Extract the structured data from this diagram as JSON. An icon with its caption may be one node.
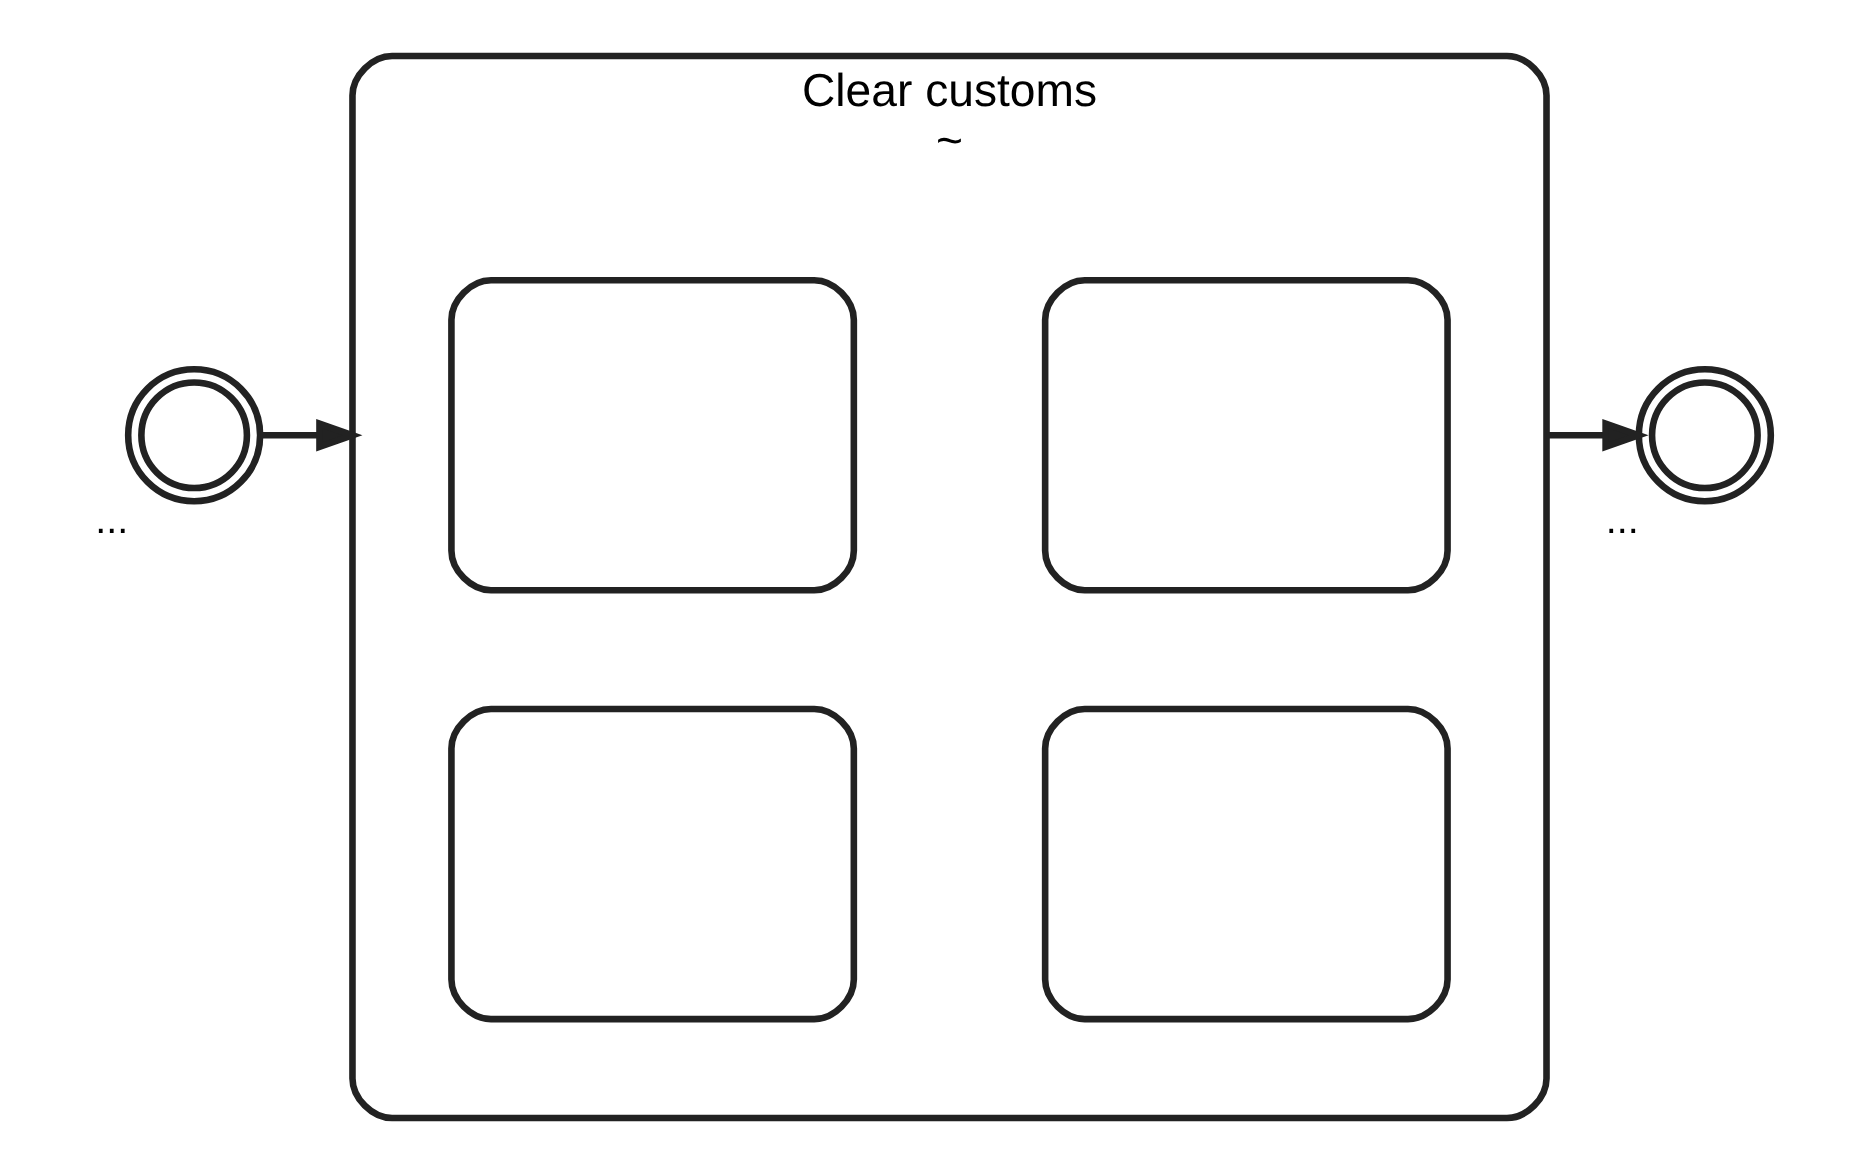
{
  "diagram": {
    "nodes": [
      {
        "text": [],
        "shape": "circle",
        "beside": [
          "..."
        ]
      },
      {
        "text": [
          "Clear customs",
          "~"
        ]
      },
      {
        "text": [],
        "shape": "box",
        "in": 1
      },
      {
        "text": [],
        "shape": "box",
        "in": 1
      },
      {
        "text": [],
        "shape": "box",
        "in": 1
      },
      {
        "text": [],
        "shape": "box",
        "in": 1
      },
      {
        "text": [],
        "shape": "circle",
        "beside": [
          "..."
        ]
      }
    ],
    "edges": [
      {
        "from": 0,
        "to": 1,
        "arrow": "to"
      },
      {
        "from": 1,
        "to": 6,
        "arrow": "to"
      }
    ]
  }
}
